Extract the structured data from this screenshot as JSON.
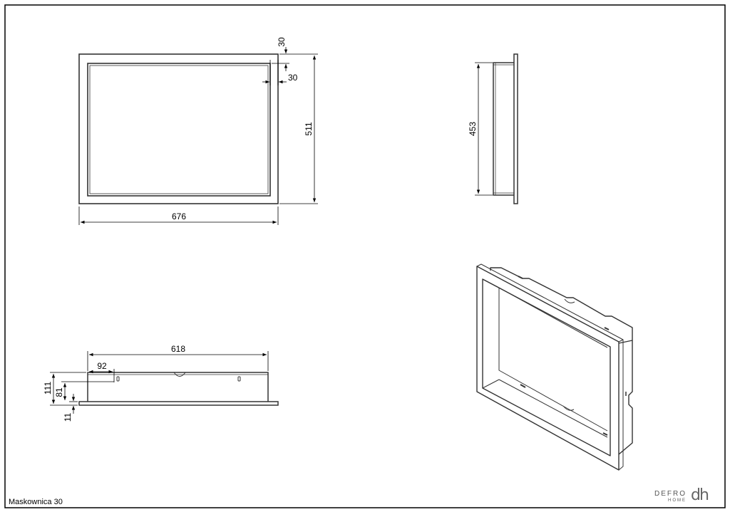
{
  "drawing": {
    "caption": "Maskownica 30",
    "brand": "DEFRO",
    "brand_sub": "HOME",
    "logo_mark": "dh"
  },
  "dimensions": {
    "front_width": "676",
    "front_height": "511",
    "frame_top": "30",
    "frame_side": "30",
    "side_height": "453",
    "top_width": "618",
    "top_offset": "92",
    "top_depth": "111",
    "top_inner": "81",
    "top_flange": "11"
  },
  "colors": {
    "line": "#000000",
    "frame_line": "#333333"
  }
}
